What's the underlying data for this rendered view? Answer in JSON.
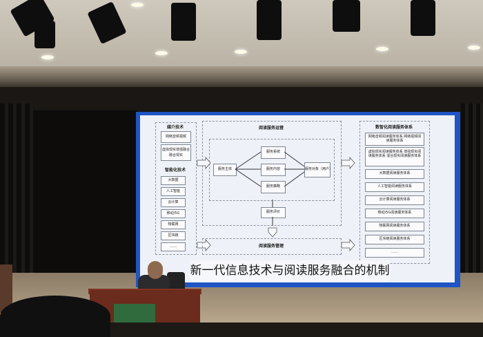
{
  "slide": {
    "caption": "新一代信息技术与阅读服务融合的机制",
    "left": {
      "media_title": "媒介技术",
      "media_items": [
        "网络音频视频",
        "虚拟现实增强融合",
        "融合现实"
      ],
      "smart_title": "智能化技术",
      "smart_items": [
        "大数据",
        "人工智能",
        "云计算",
        "移动/5G",
        "物联网",
        "区块链",
        "……"
      ]
    },
    "center": {
      "title": "阅读服务运营",
      "subject": "服务主体",
      "system": "服务系统",
      "content": "服务内容",
      "strategy": "服务策略",
      "object": "服务对象（用户）",
      "evaluation": "服务评价",
      "management": "阅读服务管理"
    },
    "right": {
      "title": "数智化阅读服务体系",
      "items": [
        "网络音频阅读服务体系 网络视频阅读服务体系",
        "虚拟现实阅读服务体系 增强现实阅读服务体系 混合现实阅读服务体系",
        "大数据阅读服务体系",
        "人工智能阅读服务体系",
        "云计算阅读服务体系",
        "移动/5G阅读服务体系",
        "物联网阅读服务体系",
        "区块链阅读服务体系",
        "……"
      ]
    }
  }
}
